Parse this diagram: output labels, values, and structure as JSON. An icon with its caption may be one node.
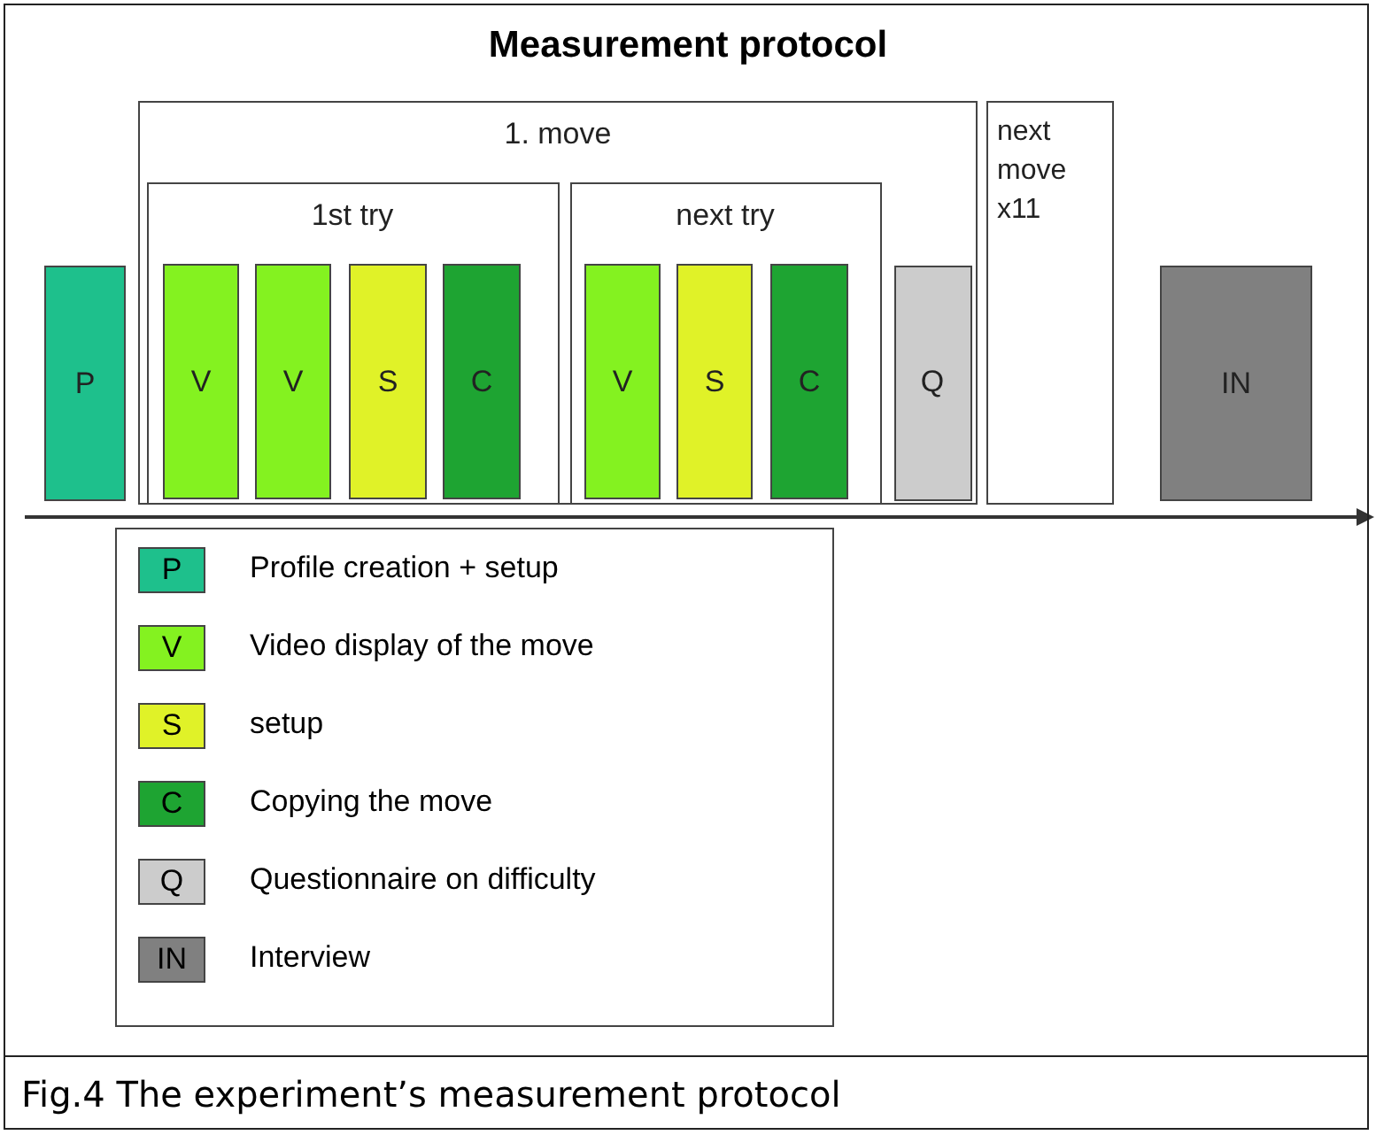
{
  "diagram": {
    "title": "Measurement protocol",
    "caption": "Fig.4 The experiment’s measurement protocol",
    "nodes": [
      {
        "text": [
          "P"
        ]
      },
      {
        "text": [
          "1. move"
        ]
      },
      {
        "text": [
          "1st try"
        ],
        "in": 1
      },
      {
        "text": [
          "V"
        ],
        "in": 2
      },
      {
        "text": [
          "V"
        ],
        "in": 2
      },
      {
        "text": [
          "S"
        ],
        "in": 2
      },
      {
        "text": [
          "C"
        ],
        "in": 2
      },
      {
        "text": [
          "next try"
        ],
        "in": 1
      },
      {
        "text": [
          "V"
        ],
        "in": 7
      },
      {
        "text": [
          "S"
        ],
        "in": 7
      },
      {
        "text": [
          "C"
        ],
        "in": 7
      },
      {
        "text": [
          "Q"
        ],
        "in": 1
      },
      {
        "text": [
          "next move x11"
        ]
      },
      {
        "text": [
          "IN"
        ]
      }
    ],
    "edges": [],
    "labels": [
      "P",
      "V",
      "S",
      "C",
      "Q",
      "IN"
    ],
    "legend": [
      {
        "text": "Profile creation + setup",
        "color": "#1ec08c"
      },
      {
        "text": "Video display of the move",
        "color": "#84f220"
      },
      {
        "text": "setup",
        "color": "#e0f228"
      },
      {
        "text": "Copying the move",
        "color": "#1ea432"
      },
      {
        "text": "Questionnaire on difficulty",
        "color": "#cccccc"
      },
      {
        "text": "Interview",
        "color": "#808080"
      }
    ]
  }
}
